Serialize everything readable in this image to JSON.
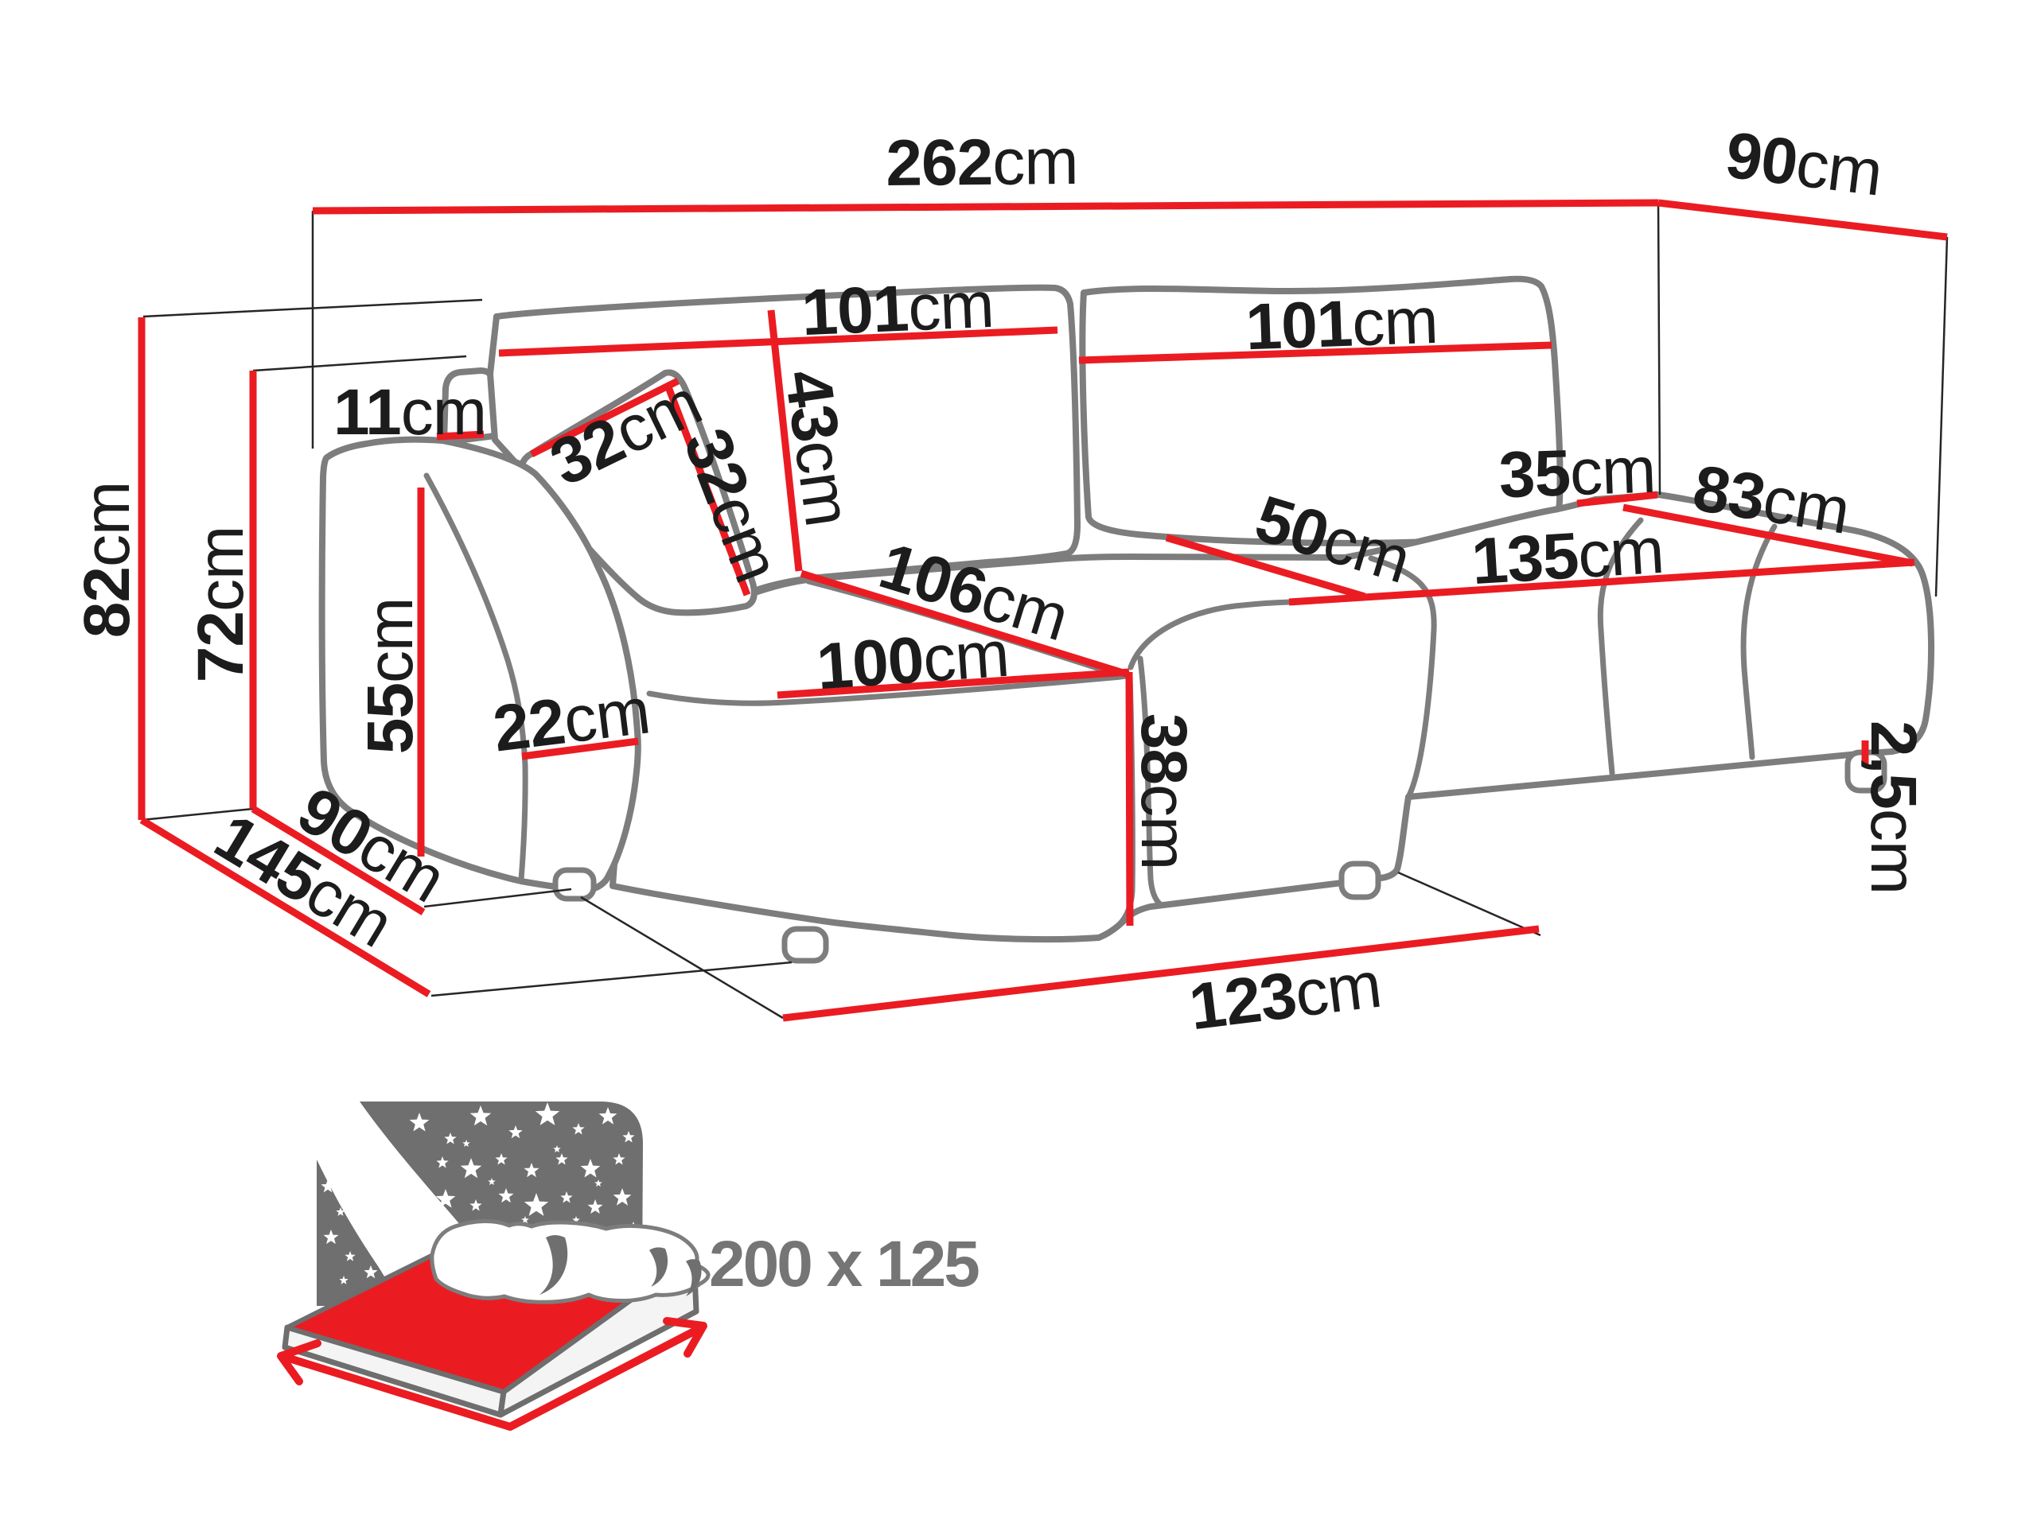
{
  "diagram": {
    "type": "furniture-dimension-drawing",
    "subject": "corner sofa bed with chaise, technical dimension diagram",
    "unit": "cm",
    "labels": {
      "w262": {
        "num": "262",
        "unit": "cm"
      },
      "d90r": {
        "num": "90",
        "unit": "cm"
      },
      "c101l": {
        "num": "101",
        "unit": "cm"
      },
      "c101r": {
        "num": "101",
        "unit": "cm"
      },
      "g11": {
        "num": "11",
        "unit": "cm"
      },
      "g22": {
        "num": "22",
        "unit": "cm"
      },
      "p32a": {
        "num": "32",
        "unit": "cm"
      },
      "p32b": {
        "num": "32",
        "unit": "cm"
      },
      "c43": {
        "num": "43",
        "unit": "cm"
      },
      "s106": {
        "num": "106",
        "unit": "cm"
      },
      "s100": {
        "num": "100",
        "unit": "cm"
      },
      "h38": {
        "num": "38",
        "unit": "cm"
      },
      "s50": {
        "num": "50",
        "unit": "cm"
      },
      "s135": {
        "num": "135",
        "unit": "cm"
      },
      "s35": {
        "num": "35",
        "unit": "cm"
      },
      "s83": {
        "num": "83",
        "unit": "cm"
      },
      "h82": {
        "num": "82",
        "unit": "cm"
      },
      "h72": {
        "num": "72",
        "unit": "cm"
      },
      "h55": {
        "num": "55",
        "unit": "cm"
      },
      "d90l": {
        "num": "90",
        "unit": "cm"
      },
      "d145": {
        "num": "145",
        "unit": "cm"
      },
      "w123": {
        "num": "123",
        "unit": "cm"
      },
      "f25": {
        "num": "2,5",
        "unit": "cm"
      }
    },
    "bed_icon": {
      "meaning": "sleeping function mattress size",
      "dimension": "200 x 125"
    },
    "colors": {
      "dimension_red": "#ea1c22",
      "outline_grey": "#7d7d7d",
      "projection_black": "#262626",
      "label_black": "#1c1c1c",
      "icon_grey": "#6f6f6f",
      "icon_text_grey": "#8c8c8c",
      "background": "#ffffff"
    }
  }
}
